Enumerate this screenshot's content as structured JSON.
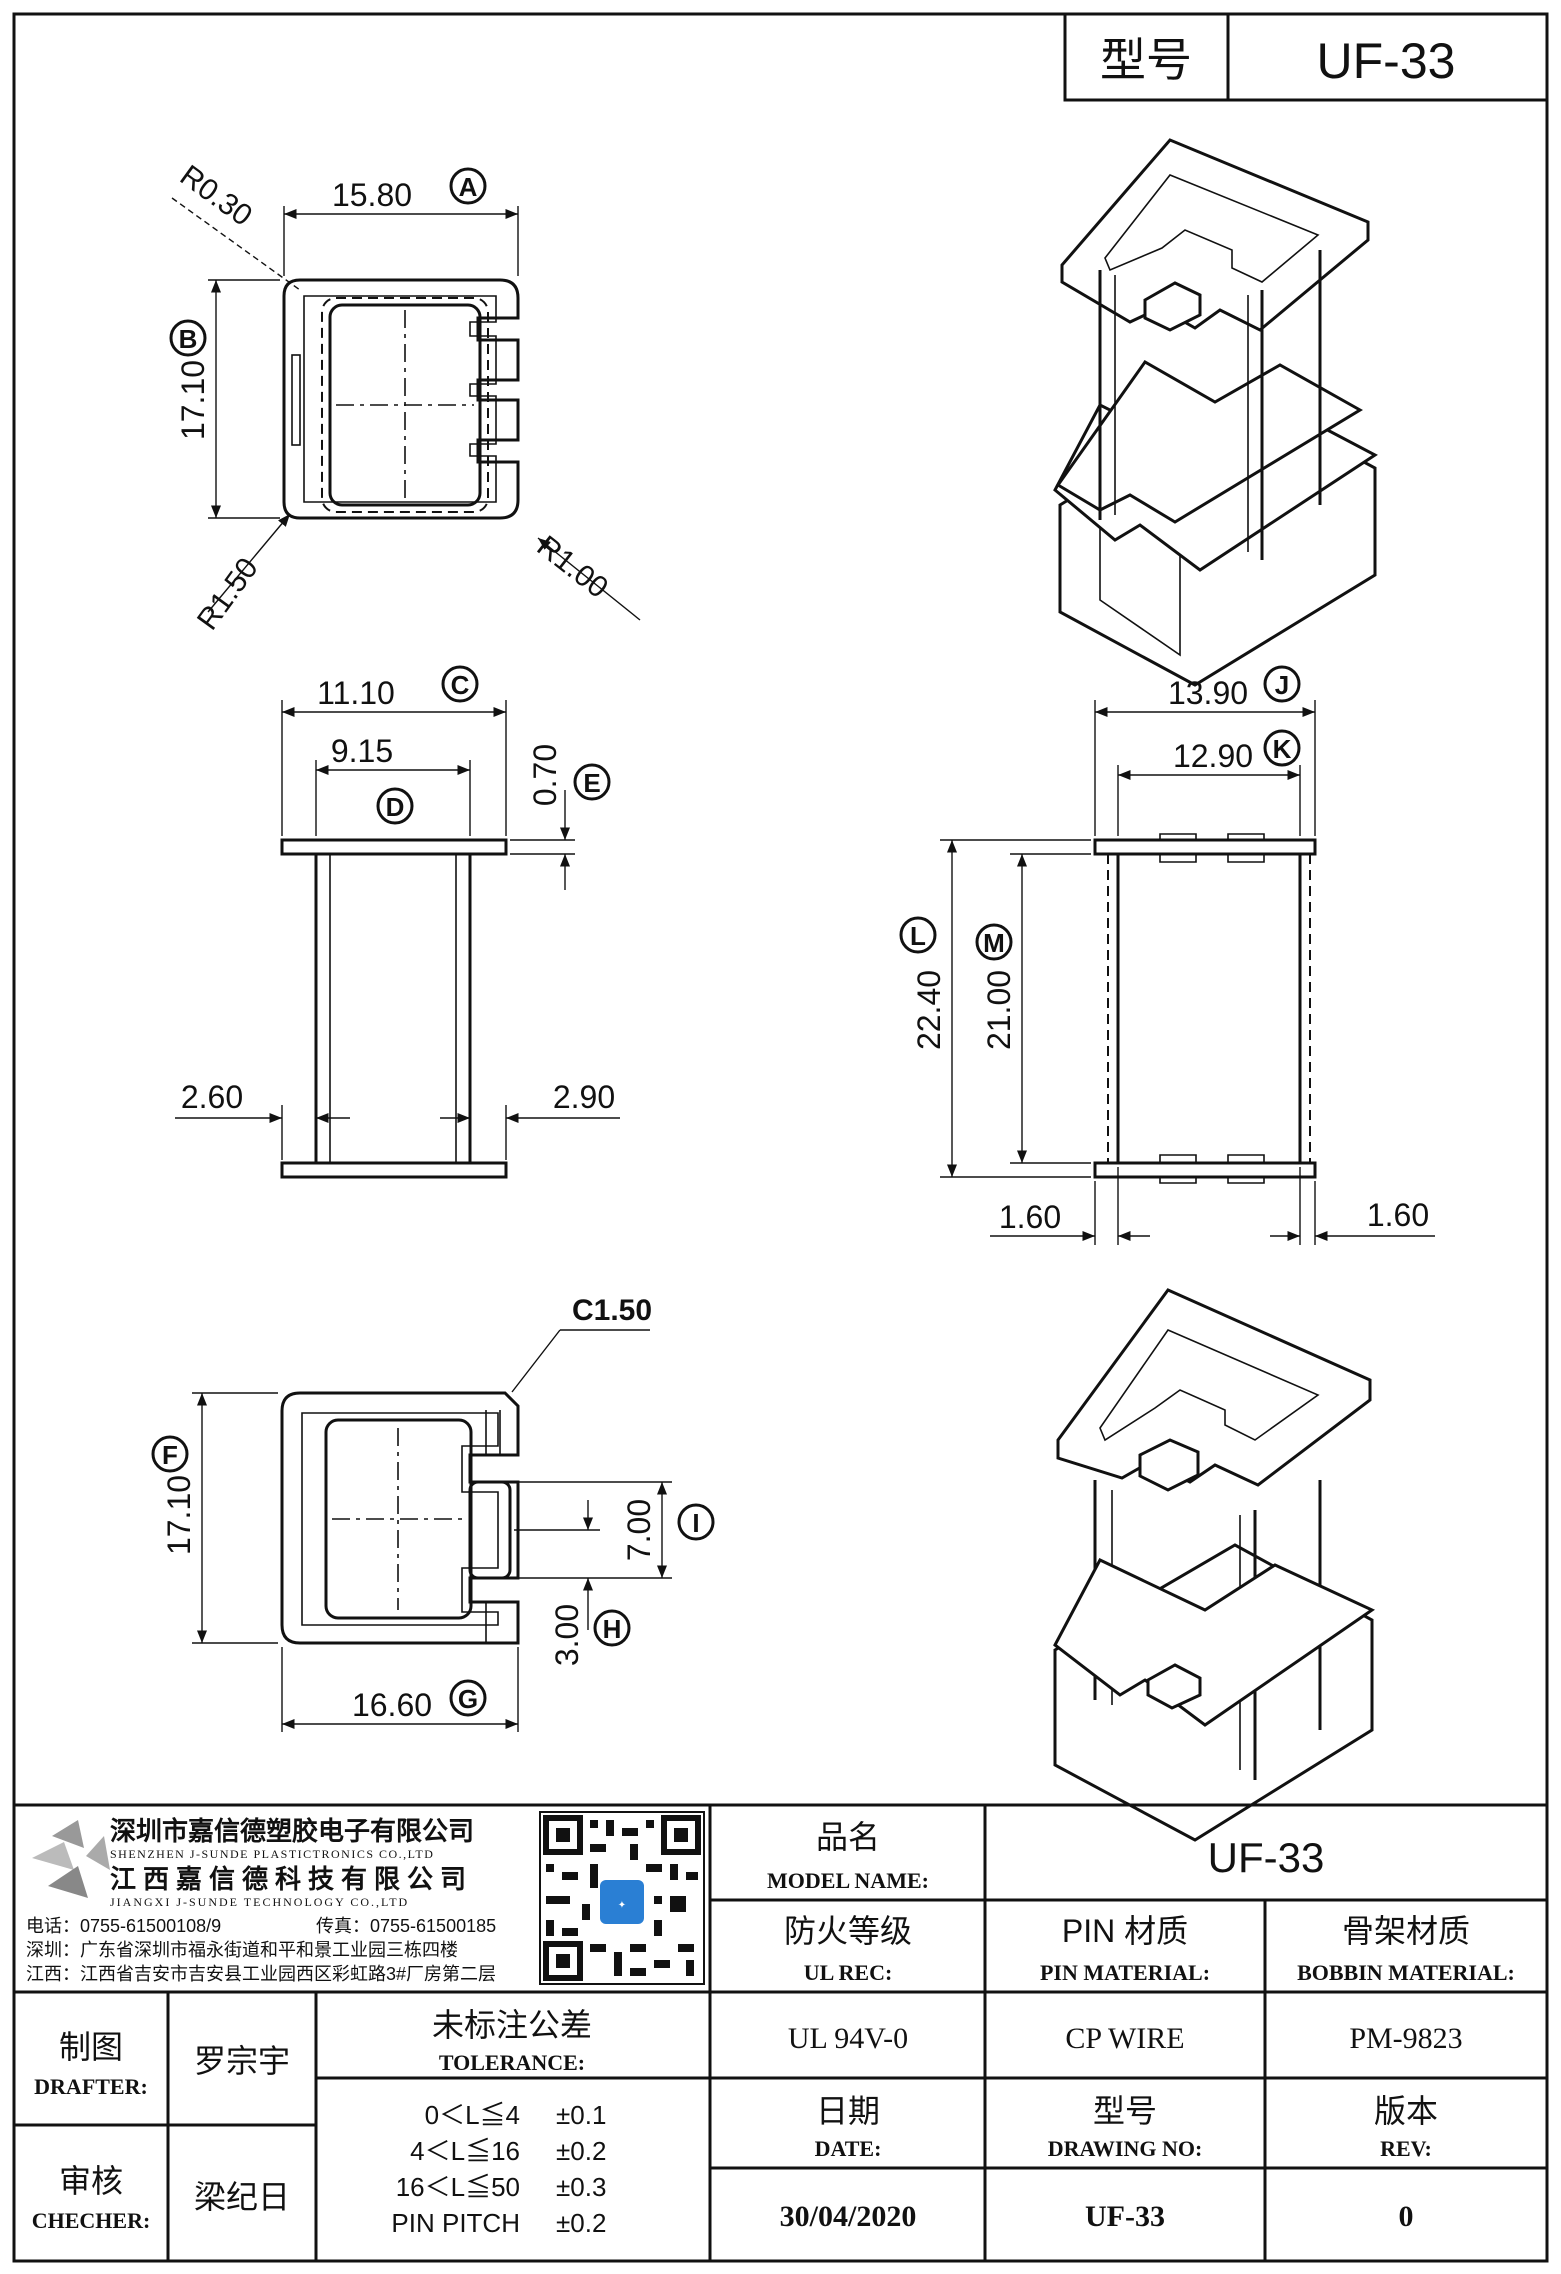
{
  "title_block": {
    "label": "型号",
    "value": "UF-33"
  },
  "views": {
    "top": {
      "dims": {
        "A": "15.80",
        "B": "17.10",
        "r1": "R0.30",
        "r2": "R1.50",
        "r3": "R1.00"
      }
    },
    "side": {
      "dims": {
        "C": "11.10",
        "D": "9.15",
        "E": "0.70",
        "left": "2.60",
        "right": "2.90"
      }
    },
    "front": {
      "dims": {
        "J": "13.90",
        "K": "12.90",
        "L": "22.40",
        "M": "21.00",
        "left": "1.60",
        "right": "1.60"
      }
    },
    "bottom": {
      "dims": {
        "chamfer": "C1.50",
        "F": "17.10",
        "I": "7.00",
        "H": "3.00",
        "G": "16.60"
      }
    }
  },
  "balloons": {
    "A": "A",
    "B": "B",
    "C": "C",
    "D": "D",
    "E": "E",
    "F": "F",
    "G": "G",
    "H": "H",
    "I": "I",
    "J": "J",
    "K": "K",
    "L": "L",
    "M": "M"
  },
  "company": {
    "name_cn": "深圳市嘉信德塑胶电子有限公司",
    "name_en": "SHENZHEN J-SUNDE PLASTICTRONICS CO.,LTD",
    "name2_cn": "江西嘉信德科技有限公司",
    "name2_en": "JIANGXI J-SUNDE TECHNOLOGY CO.,LTD",
    "phone": "电话：0755-61500108/9",
    "fax": "传真：0755-61500185",
    "addr_sz": "深圳：广东省深圳市福永街道和平和景工业园三栋四楼",
    "addr_jx": "江西：江西省吉安市吉安县工业园西区彩虹路3#厂房第二层"
  },
  "info": {
    "model_name": {
      "cn": "品名",
      "en": "MODEL NAME:",
      "value": "UF-33"
    },
    "ul_rec": {
      "cn": "防火等级",
      "en": "UL REC:",
      "value": "UL 94V-0"
    },
    "pin_material": {
      "cn": "PIN 材质",
      "en": "PIN MATERIAL:",
      "value": "CP WIRE"
    },
    "bobbin_material": {
      "cn": "骨架材质",
      "en": "BOBBIN MATERIAL:",
      "value": "PM-9823"
    },
    "date": {
      "cn": "日期",
      "en": "DATE:",
      "value": "30/04/2020"
    },
    "drawing_no": {
      "cn": "型号",
      "en": "DRAWING NO:",
      "value": "UF-33"
    },
    "rev": {
      "cn": "版本",
      "en": "REV:",
      "value": "0"
    }
  },
  "drafter": {
    "cn": "制图",
    "en": "DRAFTER:",
    "value": "罗宗宇"
  },
  "checker": {
    "cn": "审核",
    "en": "CHECHER:",
    "value": "梁纪日"
  },
  "tolerance": {
    "cn": "未标注公差",
    "en": "TOLERANCE:",
    "rows": [
      {
        "range": "0＜L≦4",
        "value": "±0.1"
      },
      {
        "range": "4＜L≦16",
        "value": "±0.2"
      },
      {
        "range": "16＜L≦50",
        "value": "±0.3"
      },
      {
        "range": "PIN PITCH",
        "value": "±0.2"
      }
    ]
  }
}
